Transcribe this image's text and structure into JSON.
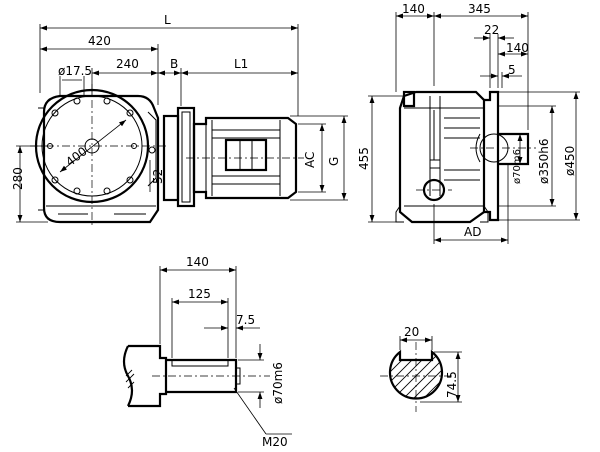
{
  "dimensions": {
    "overall_length": "L",
    "length_420": "420",
    "length_240": "240",
    "B": "B",
    "L1": "L1",
    "hole_dia": "ø17.5",
    "pcd_400": "400",
    "dim_52": "52",
    "height_280": "280",
    "AC": "AC",
    "G": "G",
    "side_140": "140",
    "side_345": "345",
    "side_22": "22",
    "side_140b": "140",
    "side_5": "5",
    "height_455": "455",
    "shaft_dia_side": "ø70m6",
    "pilot_dia": "ø350h6",
    "flange_dia": "ø450",
    "AD": "AD",
    "shaft_len_140": "140",
    "key_len_125": "125",
    "key_offset_7_5": "7.5",
    "shaft_dia_detail": "ø70m6",
    "thread": "M20",
    "key_width": "20",
    "key_height": "74.5"
  }
}
